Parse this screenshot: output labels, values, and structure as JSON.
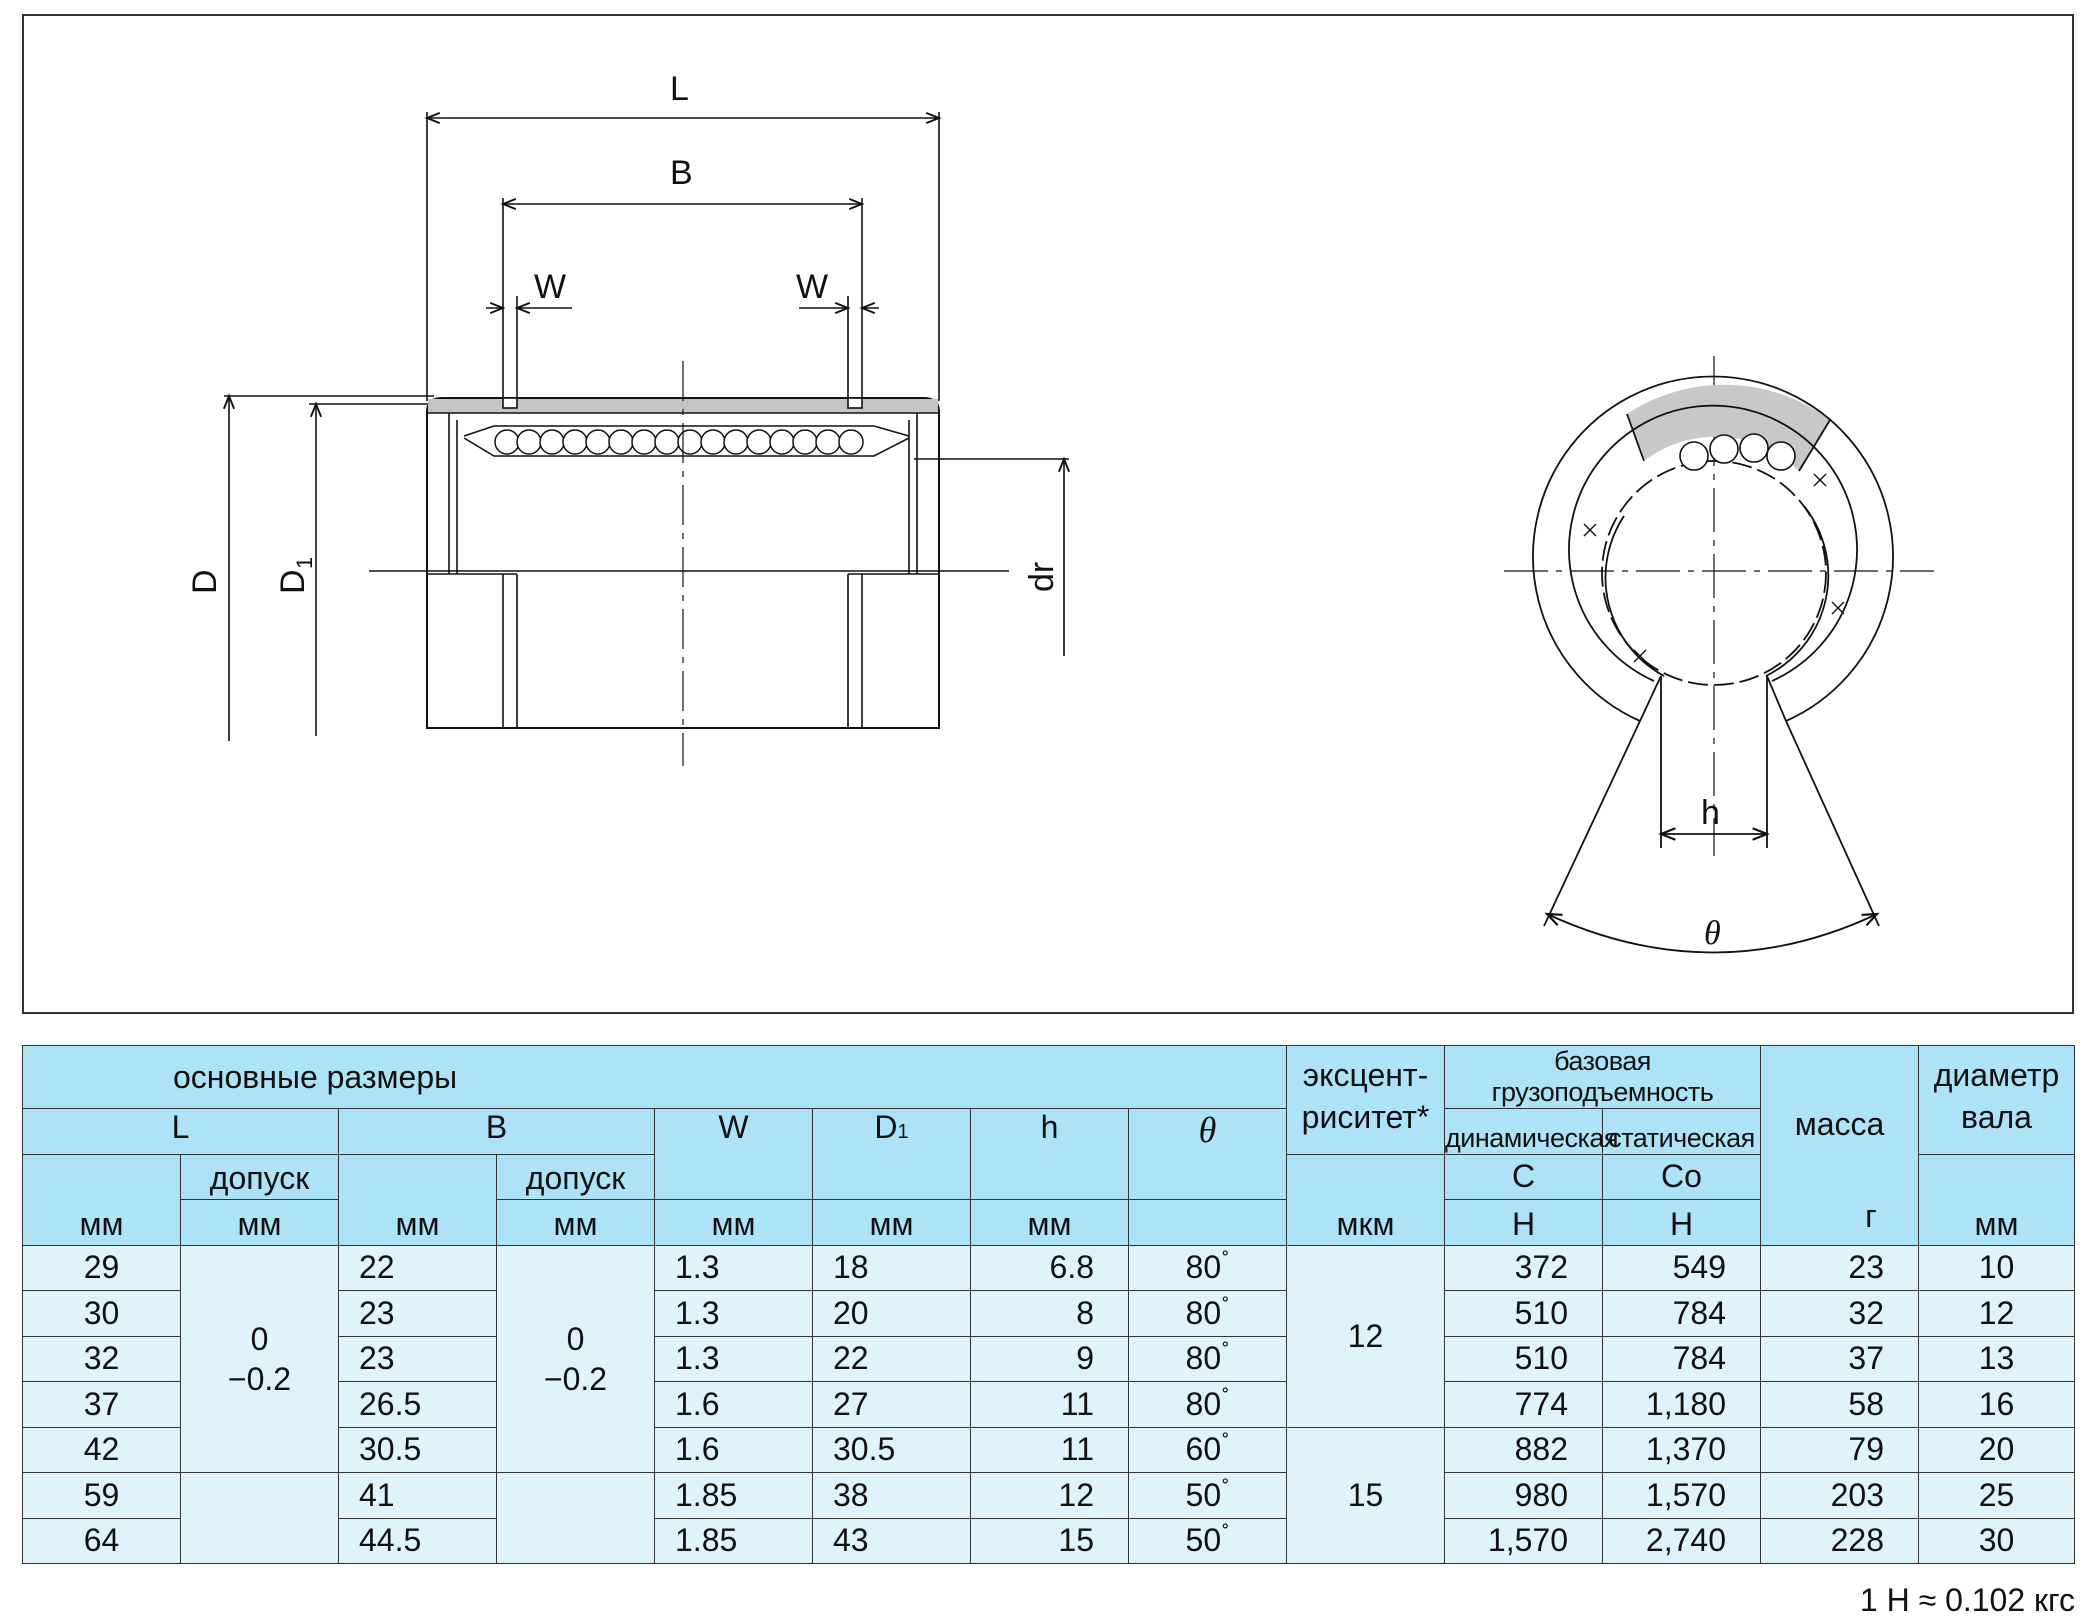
{
  "drawing": {
    "side_view_labels": {
      "L": "L",
      "B": "B",
      "W_left": "W",
      "W_right": "W",
      "D": "D",
      "D1": "D",
      "D1_sub": "1",
      "dr": "dr"
    },
    "front_view_labels": {
      "h": "h",
      "theta": "θ"
    }
  },
  "table": {
    "group_main": "основные размеры",
    "group_load": "базовая грузоподъемность",
    "col_L": "L",
    "col_B": "B",
    "col_W": "W",
    "col_D1": "D",
    "col_D1_sub": "1",
    "col_h": "h",
    "col_theta": "θ",
    "col_ecc_1": "эксцент-",
    "col_ecc_2": "риситет*",
    "col_dyn": "динамическая",
    "col_stat": "статическая",
    "col_C": "C",
    "col_Co": "Co",
    "col_mass": "масса",
    "col_shaft_1": "диаметр",
    "col_shaft_2": "вала",
    "tol_label": "допуск",
    "unit_mm": "мм",
    "unit_mkm": "мкм",
    "unit_N": "Н",
    "unit_g": "г",
    "tol_upper": "0",
    "tol_lower": "−0.2",
    "ecc_group1": "12",
    "ecc_group2": "15",
    "rows": [
      {
        "L": "29",
        "B": "22",
        "W": "1.3",
        "D1": "18",
        "h": "6.8",
        "theta": "80",
        "C": "372",
        "Co": "549",
        "mass": "23",
        "shaft": "10"
      },
      {
        "L": "30",
        "B": "23",
        "W": "1.3",
        "D1": "20",
        "h": "8",
        "theta": "80",
        "C": "510",
        "Co": "784",
        "mass": "32",
        "shaft": "12"
      },
      {
        "L": "32",
        "B": "23",
        "W": "1.3",
        "D1": "22",
        "h": "9",
        "theta": "80",
        "C": "510",
        "Co": "784",
        "mass": "37",
        "shaft": "13"
      },
      {
        "L": "37",
        "B": "26.5",
        "W": "1.6",
        "D1": "27",
        "h": "11",
        "theta": "80",
        "C": "774",
        "Co": "1,180",
        "mass": "58",
        "shaft": "16"
      },
      {
        "L": "42",
        "B": "30.5",
        "W": "1.6",
        "D1": "30.5",
        "h": "11",
        "theta": "60",
        "C": "882",
        "Co": "1,370",
        "mass": "79",
        "shaft": "20"
      },
      {
        "L": "59",
        "B": "41",
        "W": "1.85",
        "D1": "38",
        "h": "12",
        "theta": "50",
        "C": "980",
        "Co": "1,570",
        "mass": "203",
        "shaft": "25"
      },
      {
        "L": "64",
        "B": "44.5",
        "W": "1.85",
        "D1": "43",
        "h": "15",
        "theta": "50",
        "C": "1,570",
        "Co": "2,740",
        "mass": "228",
        "shaft": "30"
      }
    ],
    "degree_sign": "˚"
  },
  "footnote": "1 Н  ≈ 0.102 кгс"
}
